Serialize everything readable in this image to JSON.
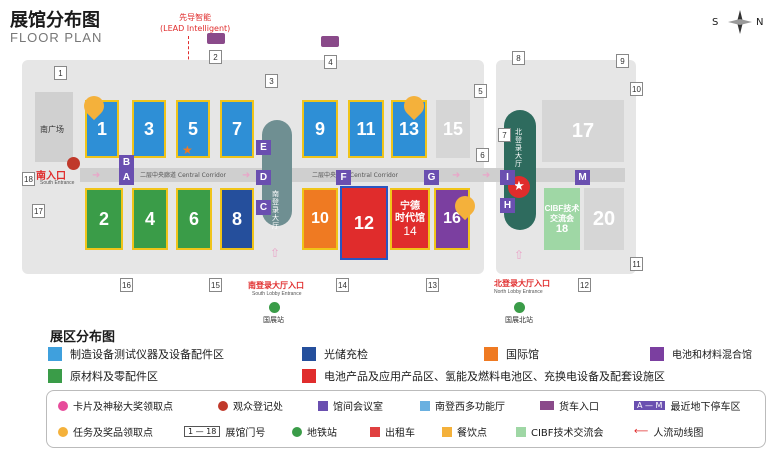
{
  "header": {
    "title": "展馆分布图",
    "subtitle": "FLOOR PLAN"
  },
  "compass": {
    "s": "S",
    "n": "N"
  },
  "lead": {
    "line1": "先导智能",
    "line2": "(LEAD Intelligent)"
  },
  "halls": {
    "h1": "1",
    "h3": "3",
    "h5": "5",
    "h7": "7",
    "h9": "9",
    "h11": "11",
    "h13": "13",
    "h15": "15",
    "h17": "17",
    "h2": "2",
    "h4": "4",
    "h6": "6",
    "h8": "8",
    "h10": "10",
    "h12": "12",
    "h14": "14",
    "h16": "16",
    "h18": "18",
    "h20": "20"
  },
  "ningde": {
    "line1": "宁德",
    "line2": "时代馆"
  },
  "cibf_box": {
    "line1": "CIBF技术",
    "line2": "交流会"
  },
  "entrances": {
    "south_cn": "南入口",
    "south_en": "South Entrance",
    "south_lobby_cn": "南登录大厅入口",
    "south_lobby_en": "South Lobby Entrance",
    "north_lobby_cn": "北登录大厅入口",
    "north_lobby_en": "North Lobby Entrance",
    "south_lobby_hall": "南登录大厅",
    "north_lobby_hall": "北登录大厅"
  },
  "stations": {
    "south": "国展站",
    "north": "国展北站"
  },
  "south_square": "南广场",
  "corridor": "二层中央廊道 Central Corridor",
  "parking": [
    "A",
    "B",
    "C",
    "D",
    "E",
    "F",
    "G",
    "H",
    "I",
    "M"
  ],
  "gates": [
    "1",
    "2",
    "3",
    "4",
    "5",
    "6",
    "7",
    "8",
    "9",
    "10",
    "11",
    "12",
    "13",
    "14",
    "15",
    "16",
    "17",
    "18"
  ],
  "zone_legend": {
    "title": "展区分布图",
    "items": [
      {
        "label": "制造设备测试仪器及设备配件区",
        "color": "#3fa0dd"
      },
      {
        "label": "光储充检",
        "color": "#254f9c"
      },
      {
        "label": "国际馆",
        "color": "#ef7a22"
      },
      {
        "label": "电池和材料混合馆",
        "color": "#7b3fa0"
      },
      {
        "label": "原材料及零配件区",
        "color": "#3a9c48"
      },
      {
        "label": "电池产品及应用产品区、氢能及燃料电池区、充换电设备及配套设施区",
        "color": "#e02c2c"
      }
    ]
  },
  "icon_legend": {
    "card": "卡片及神秘大奖领取点",
    "register": "观众登记处",
    "meeting": "馆间会议室",
    "multi": "南登西多功能厅",
    "truck": "货车入口",
    "park_range": "A — M",
    "park": "最近地下停车区",
    "task": "任务及奖品领取点",
    "gate_range": "1 — 18",
    "gate": "展馆门号",
    "metro": "地铁站",
    "taxi": "出租车",
    "food": "餐饮点",
    "cibf": "CIBF技术交流会",
    "flow": "人流动线图"
  }
}
